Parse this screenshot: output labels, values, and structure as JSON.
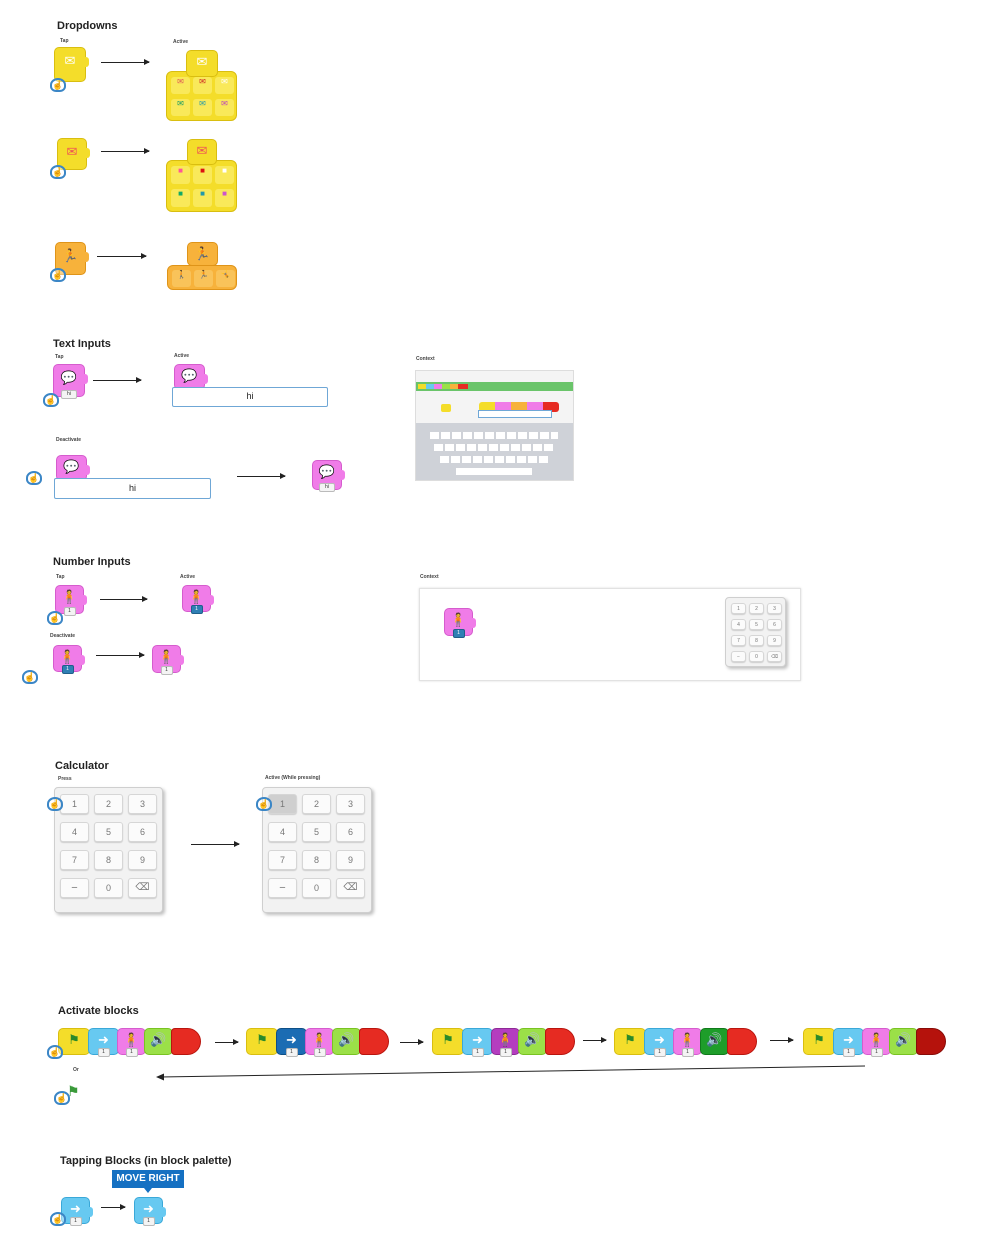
{
  "sections": {
    "dropdowns": {
      "title": "Dropdowns",
      "tap_label": "Tap",
      "active_label": "Active"
    },
    "text_inputs": {
      "title": "Text Inputs",
      "tap_label": "Tap",
      "active_label": "Active",
      "deactivate_label": "Deactivate",
      "context_label": "Context",
      "field_value": "hi",
      "block_value": "hi"
    },
    "number_inputs": {
      "title": "Number Inputs",
      "tap_label": "Tap",
      "active_label": "Active",
      "deactivate_label": "Deactivate",
      "context_label": "Context",
      "block_value": "1"
    },
    "calculator": {
      "title": "Calculator",
      "press_label": "Press",
      "active_label": "Active (While pressing)",
      "keys": [
        "1",
        "2",
        "3",
        "4",
        "5",
        "6",
        "7",
        "8",
        "9",
        "−",
        "0",
        "⌫"
      ]
    },
    "activate_blocks": {
      "title": "Activate blocks",
      "or_label": "Or",
      "block_value": "1"
    },
    "tapping_blocks": {
      "title": "Tapping Blocks (in block palette)",
      "tooltip": "MOVE RIGHT",
      "block_value": "1"
    }
  },
  "icons": {
    "hand": "tap-hand-icon",
    "envelope": "envelope-icon",
    "speech": "speech-bubble-icon",
    "person": "person-icon",
    "flag": "green-flag-icon",
    "arrow_right": "move-right-arrow-icon",
    "sound": "speaker-icon"
  },
  "colors": {
    "yellow": "#f4dd2a",
    "orange": "#f7b23b",
    "pink": "#f07ce8",
    "blue": "#67c9f1",
    "green": "#9be048",
    "red": "#e62b22",
    "accent_blue": "#1570c2"
  }
}
